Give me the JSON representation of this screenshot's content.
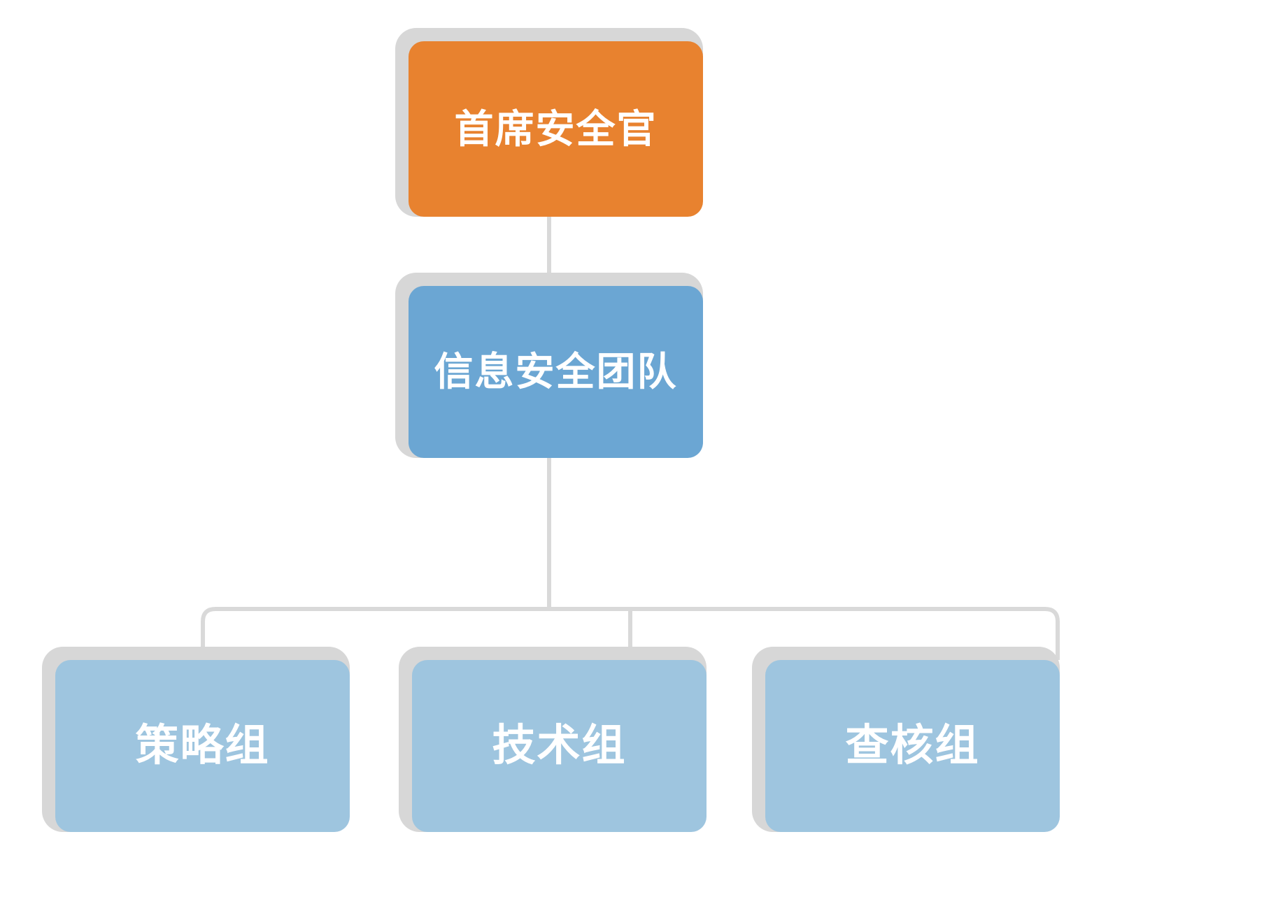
{
  "diagram": {
    "type": "organization-chart",
    "title": "",
    "background_color": "#FFFFFF",
    "connector_color": "#D9D9D9",
    "shadow_color": "#D7D7D7",
    "nodes": [
      {
        "id": "cso",
        "label": "首席安全官",
        "level": 0,
        "fill_color": "#E8822F",
        "text_color": "#FFFFFF"
      },
      {
        "id": "team",
        "label": "信息安全团队",
        "level": 1,
        "fill_color": "#6BA6D3",
        "text_color": "#FFFFFF"
      },
      {
        "id": "policy",
        "label": "策略组",
        "level": 2,
        "fill_color": "#9EC5DF",
        "text_color": "#FFFFFF"
      },
      {
        "id": "tech",
        "label": "技术组",
        "level": 2,
        "fill_color": "#9EC5DF",
        "text_color": "#FFFFFF"
      },
      {
        "id": "audit",
        "label": "查核组",
        "level": 2,
        "fill_color": "#9EC5DF",
        "text_color": "#FFFFFF"
      }
    ],
    "edges": [
      {
        "from": "cso",
        "to": "team"
      },
      {
        "from": "team",
        "to": "policy"
      },
      {
        "from": "team",
        "to": "tech"
      },
      {
        "from": "team",
        "to": "audit"
      }
    ]
  }
}
